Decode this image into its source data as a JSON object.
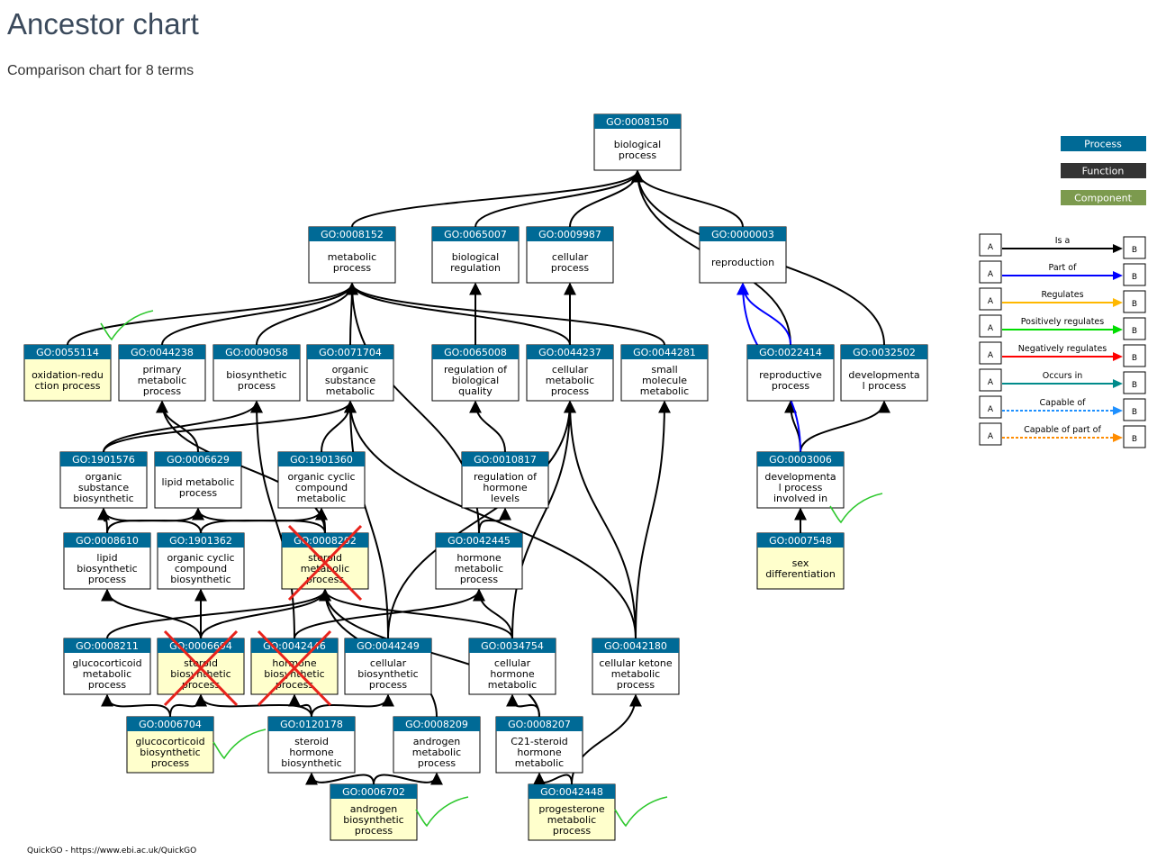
{
  "title": "Ancestor chart",
  "subtitle": "Comparison chart for 8 terms",
  "footer": "QuickGO - https://www.ebi.ac.uk/QuickGO",
  "colors": {
    "process": "#006a96",
    "function": "#333333",
    "component": "#7c9a4e",
    "highlight": "#ffffcc",
    "is_a": "#000000",
    "part_of": "#0000ff",
    "regulates": "#ffb800",
    "positively_regulates": "#00dd00",
    "negatively_regulates": "#ff0000",
    "occurs_in": "#008b8b",
    "capable_of": "#1e90ff",
    "capable_of_part_of": "#ff8c00",
    "checkmark": "#2ec82e",
    "cross": "#e8231c"
  },
  "legend": {
    "categories": [
      "Process",
      "Function",
      "Component"
    ],
    "relations": [
      {
        "label": "Is a",
        "key": "is_a",
        "dash": false
      },
      {
        "label": "Part of",
        "key": "part_of",
        "dash": false
      },
      {
        "label": "Regulates",
        "key": "regulates",
        "dash": false
      },
      {
        "label": "Positively regulates",
        "key": "positively_regulates",
        "dash": false
      },
      {
        "label": "Negatively regulates",
        "key": "negatively_regulates",
        "dash": false
      },
      {
        "label": "Occurs in",
        "key": "occurs_in",
        "dash": false
      },
      {
        "label": "Capable of",
        "key": "capable_of",
        "dash": true
      },
      {
        "label": "Capable of part of",
        "key": "capable_of_part_of",
        "dash": true
      }
    ],
    "node_a": "A",
    "node_b": "B"
  },
  "nodes": [
    {
      "id": "GO:0008150",
      "lines": [
        "biological",
        "process"
      ],
      "highlight": false
    },
    {
      "id": "GO:0008152",
      "lines": [
        "metabolic",
        "process"
      ],
      "highlight": false
    },
    {
      "id": "GO:0065007",
      "lines": [
        "biological",
        "regulation"
      ],
      "highlight": false
    },
    {
      "id": "GO:0009987",
      "lines": [
        "cellular",
        "process"
      ],
      "highlight": false
    },
    {
      "id": "GO:0000003",
      "lines": [
        "reproduction"
      ],
      "highlight": false
    },
    {
      "id": "GO:0055114",
      "lines": [
        "oxidation-redu",
        "ction process"
      ],
      "highlight": true
    },
    {
      "id": "GO:0044238",
      "lines": [
        "primary",
        "metabolic",
        "process"
      ],
      "highlight": false
    },
    {
      "id": "GO:0009058",
      "lines": [
        "biosynthetic",
        "process"
      ],
      "highlight": false
    },
    {
      "id": "GO:0071704",
      "lines": [
        "organic",
        "substance",
        "metabolic"
      ],
      "highlight": false
    },
    {
      "id": "GO:0065008",
      "lines": [
        "regulation of",
        "biological",
        "quality"
      ],
      "highlight": false
    },
    {
      "id": "GO:0044237",
      "lines": [
        "cellular",
        "metabolic",
        "process"
      ],
      "highlight": false
    },
    {
      "id": "GO:0044281",
      "lines": [
        "small",
        "molecule",
        "metabolic"
      ],
      "highlight": false
    },
    {
      "id": "GO:0022414",
      "lines": [
        "reproductive",
        "process"
      ],
      "highlight": false
    },
    {
      "id": "GO:0032502",
      "lines": [
        "developmenta",
        "l process"
      ],
      "highlight": false
    },
    {
      "id": "GO:1901576",
      "lines": [
        "organic",
        "substance",
        "biosynthetic"
      ],
      "highlight": false
    },
    {
      "id": "GO:0006629",
      "lines": [
        "lipid metabolic",
        "process"
      ],
      "highlight": false
    },
    {
      "id": "GO:1901360",
      "lines": [
        "organic cyclic",
        "compound",
        "metabolic"
      ],
      "highlight": false
    },
    {
      "id": "GO:0010817",
      "lines": [
        "regulation of",
        "hormone",
        "levels"
      ],
      "highlight": false
    },
    {
      "id": "GO:0003006",
      "lines": [
        "developmenta",
        "l process",
        "involved in"
      ],
      "highlight": false
    },
    {
      "id": "GO:0008610",
      "lines": [
        "lipid",
        "biosynthetic",
        "process"
      ],
      "highlight": false
    },
    {
      "id": "GO:1901362",
      "lines": [
        "organic cyclic",
        "compound",
        "biosynthetic"
      ],
      "highlight": false
    },
    {
      "id": "GO:0008202",
      "lines": [
        "steroid",
        "metabolic",
        "process"
      ],
      "highlight": true
    },
    {
      "id": "GO:0042445",
      "lines": [
        "hormone",
        "metabolic",
        "process"
      ],
      "highlight": false
    },
    {
      "id": "GO:0007548",
      "lines": [
        "sex",
        "differentiation"
      ],
      "highlight": true
    },
    {
      "id": "GO:0008211",
      "lines": [
        "glucocorticoid",
        "metabolic",
        "process"
      ],
      "highlight": false
    },
    {
      "id": "GO:0006694",
      "lines": [
        "steroid",
        "biosynthetic",
        "process"
      ],
      "highlight": true
    },
    {
      "id": "GO:0042446",
      "lines": [
        "hormone",
        "biosynthetic",
        "process"
      ],
      "highlight": true
    },
    {
      "id": "GO:0044249",
      "lines": [
        "cellular",
        "biosynthetic",
        "process"
      ],
      "highlight": false
    },
    {
      "id": "GO:0034754",
      "lines": [
        "cellular",
        "hormone",
        "metabolic"
      ],
      "highlight": false
    },
    {
      "id": "GO:0042180",
      "lines": [
        "cellular ketone",
        "metabolic",
        "process"
      ],
      "highlight": false
    },
    {
      "id": "GO:0006704",
      "lines": [
        "glucocorticoid",
        "biosynthetic",
        "process"
      ],
      "highlight": true
    },
    {
      "id": "GO:0120178",
      "lines": [
        "steroid",
        "hormone",
        "biosynthetic"
      ],
      "highlight": false
    },
    {
      "id": "GO:0008209",
      "lines": [
        "androgen",
        "metabolic",
        "process"
      ],
      "highlight": false
    },
    {
      "id": "GO:0008207",
      "lines": [
        "C21-steroid",
        "hormone",
        "metabolic"
      ],
      "highlight": false
    },
    {
      "id": "GO:0006702",
      "lines": [
        "androgen",
        "biosynthetic",
        "process"
      ],
      "highlight": true
    },
    {
      "id": "GO:0042448",
      "lines": [
        "progesterone",
        "metabolic",
        "process"
      ],
      "highlight": true
    }
  ],
  "edges": [
    [
      "GO:0008152",
      "GO:0008150",
      "is_a"
    ],
    [
      "GO:0065007",
      "GO:0008150",
      "is_a"
    ],
    [
      "GO:0009987",
      "GO:0008150",
      "is_a"
    ],
    [
      "GO:0000003",
      "GO:0008150",
      "is_a"
    ],
    [
      "GO:0022414",
      "GO:0008150",
      "is_a"
    ],
    [
      "GO:0032502",
      "GO:0008150",
      "is_a"
    ],
    [
      "GO:0055114",
      "GO:0008152",
      "is_a"
    ],
    [
      "GO:0044238",
      "GO:0008152",
      "is_a"
    ],
    [
      "GO:0009058",
      "GO:0008152",
      "is_a"
    ],
    [
      "GO:0071704",
      "GO:0008152",
      "is_a"
    ],
    [
      "GO:0044237",
      "GO:0008152",
      "is_a"
    ],
    [
      "GO:0044281",
      "GO:0008152",
      "is_a"
    ],
    [
      "GO:0065008",
      "GO:0065007",
      "is_a"
    ],
    [
      "GO:0044237",
      "GO:0009987",
      "is_a"
    ],
    [
      "GO:0022414",
      "GO:0000003",
      "part_of"
    ],
    [
      "GO:1901576",
      "GO:0009058",
      "is_a"
    ],
    [
      "GO:1901576",
      "GO:0071704",
      "is_a"
    ],
    [
      "GO:0006629",
      "GO:0044238",
      "is_a"
    ],
    [
      "GO:1901360",
      "GO:0071704",
      "is_a"
    ],
    [
      "GO:0010817",
      "GO:0065008",
      "is_a"
    ],
    [
      "GO:0003006",
      "GO:0022414",
      "is_a"
    ],
    [
      "GO:0003006",
      "GO:0032502",
      "is_a"
    ],
    [
      "GO:0003006",
      "GO:0000003",
      "part_of"
    ],
    [
      "GO:0007548",
      "GO:0003006",
      "is_a"
    ],
    [
      "GO:0008610",
      "GO:1901576",
      "is_a"
    ],
    [
      "GO:0008610",
      "GO:0006629",
      "is_a"
    ],
    [
      "GO:1901362",
      "GO:1901360",
      "is_a"
    ],
    [
      "GO:1901362",
      "GO:1901576",
      "is_a"
    ],
    [
      "GO:0008202",
      "GO:0006629",
      "is_a"
    ],
    [
      "GO:0008202",
      "GO:1901360",
      "is_a"
    ],
    [
      "GO:0008202",
      "GO:0044238",
      "is_a"
    ],
    [
      "GO:0042445",
      "GO:0010817",
      "is_a"
    ],
    [
      "GO:0042445",
      "GO:0008152",
      "is_a"
    ],
    [
      "GO:0008211",
      "GO:0008202",
      "is_a"
    ],
    [
      "GO:0006694",
      "GO:0008610",
      "is_a"
    ],
    [
      "GO:0006694",
      "GO:1901362",
      "is_a"
    ],
    [
      "GO:0006694",
      "GO:0008202",
      "is_a"
    ],
    [
      "GO:0042446",
      "GO:0042445",
      "is_a"
    ],
    [
      "GO:0042446",
      "GO:0009058",
      "is_a"
    ],
    [
      "GO:0044249",
      "GO:0044237",
      "is_a"
    ],
    [
      "GO:0044249",
      "GO:0071704",
      "is_a"
    ],
    [
      "GO:0034754",
      "GO:0042445",
      "is_a"
    ],
    [
      "GO:0034754",
      "GO:0044237",
      "is_a"
    ],
    [
      "GO:0034754",
      "GO:0008202",
      "is_a"
    ],
    [
      "GO:0042180",
      "GO:0044281",
      "is_a"
    ],
    [
      "GO:0042180",
      "GO:0044237",
      "is_a"
    ],
    [
      "GO:0042180",
      "GO:0071704",
      "is_a"
    ],
    [
      "GO:0006704",
      "GO:0008211",
      "is_a"
    ],
    [
      "GO:0006704",
      "GO:0006694",
      "is_a"
    ],
    [
      "GO:0120178",
      "GO:0006694",
      "is_a"
    ],
    [
      "GO:0120178",
      "GO:0042446",
      "is_a"
    ],
    [
      "GO:0120178",
      "GO:0044249",
      "is_a"
    ],
    [
      "GO:0008209",
      "GO:0008202",
      "is_a"
    ],
    [
      "GO:0008207",
      "GO:0034754",
      "is_a"
    ],
    [
      "GO:0008207",
      "GO:0008202",
      "is_a"
    ],
    [
      "GO:0006702",
      "GO:0008209",
      "is_a"
    ],
    [
      "GO:0006702",
      "GO:0120178",
      "is_a"
    ],
    [
      "GO:0042448",
      "GO:0008207",
      "is_a"
    ],
    [
      "GO:0042448",
      "GO:0042180",
      "is_a"
    ]
  ],
  "crossed": [
    "GO:0008202",
    "GO:0006694",
    "GO:0042446"
  ],
  "checked": [
    "GO:0055114",
    "GO:0003006",
    "GO:0006704",
    "GO:0006702",
    "GO:0042448"
  ]
}
